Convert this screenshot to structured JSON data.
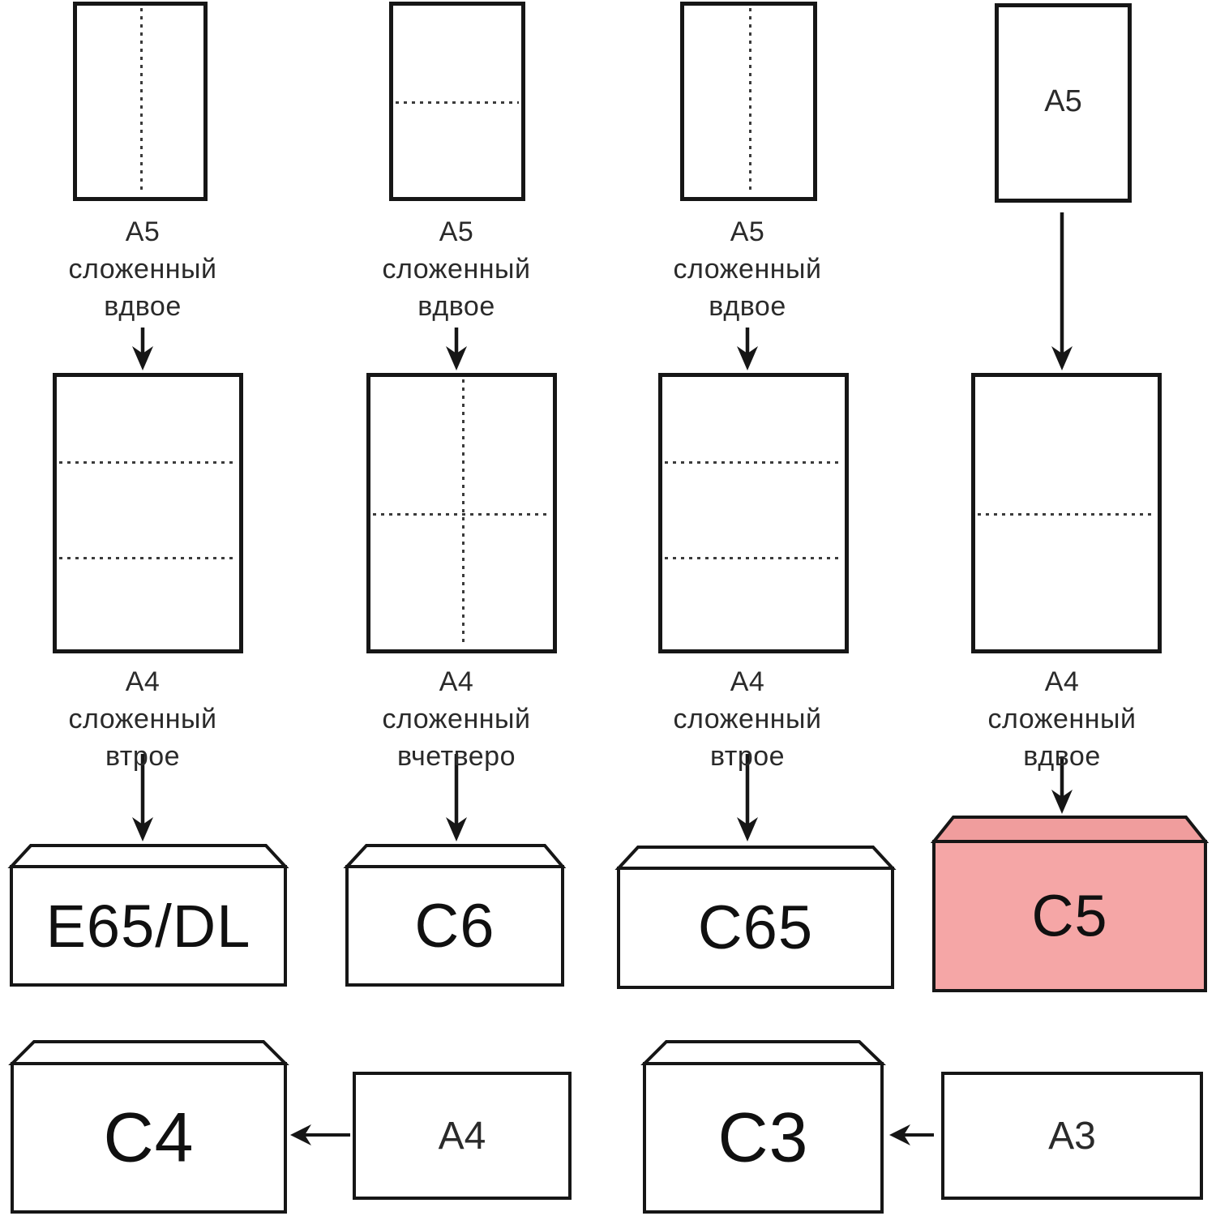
{
  "colors": {
    "c5_body": "#f5a6a6",
    "c5_flap": "#f09d9d",
    "outline": "#161616"
  },
  "columns": [
    {
      "top_caption": [
        "A5",
        "сложенный",
        "вдвое"
      ],
      "mid_caption": [
        "A4",
        "сложенный",
        "втрое"
      ],
      "envelope_label": "E65/DL"
    },
    {
      "top_caption": [
        "A5",
        "сложенный",
        "вдвое"
      ],
      "mid_caption": [
        "A4",
        "сложенный",
        "вчетверо"
      ],
      "envelope_label": "C6"
    },
    {
      "top_caption": [
        "A5",
        "сложенный",
        "вдвое"
      ],
      "mid_caption": [
        "A4",
        "сложенный",
        "втрое"
      ],
      "envelope_label": "C65"
    },
    {
      "top_paper_label": "A5",
      "mid_caption": [
        "A4",
        "сложенный",
        "вдвое"
      ],
      "envelope_label": "C5",
      "highlighted": true
    }
  ],
  "bottom_row": [
    {
      "envelope_label": "C4",
      "paper_label": "A4"
    },
    {
      "envelope_label": "C3",
      "paper_label": "A3"
    }
  ]
}
